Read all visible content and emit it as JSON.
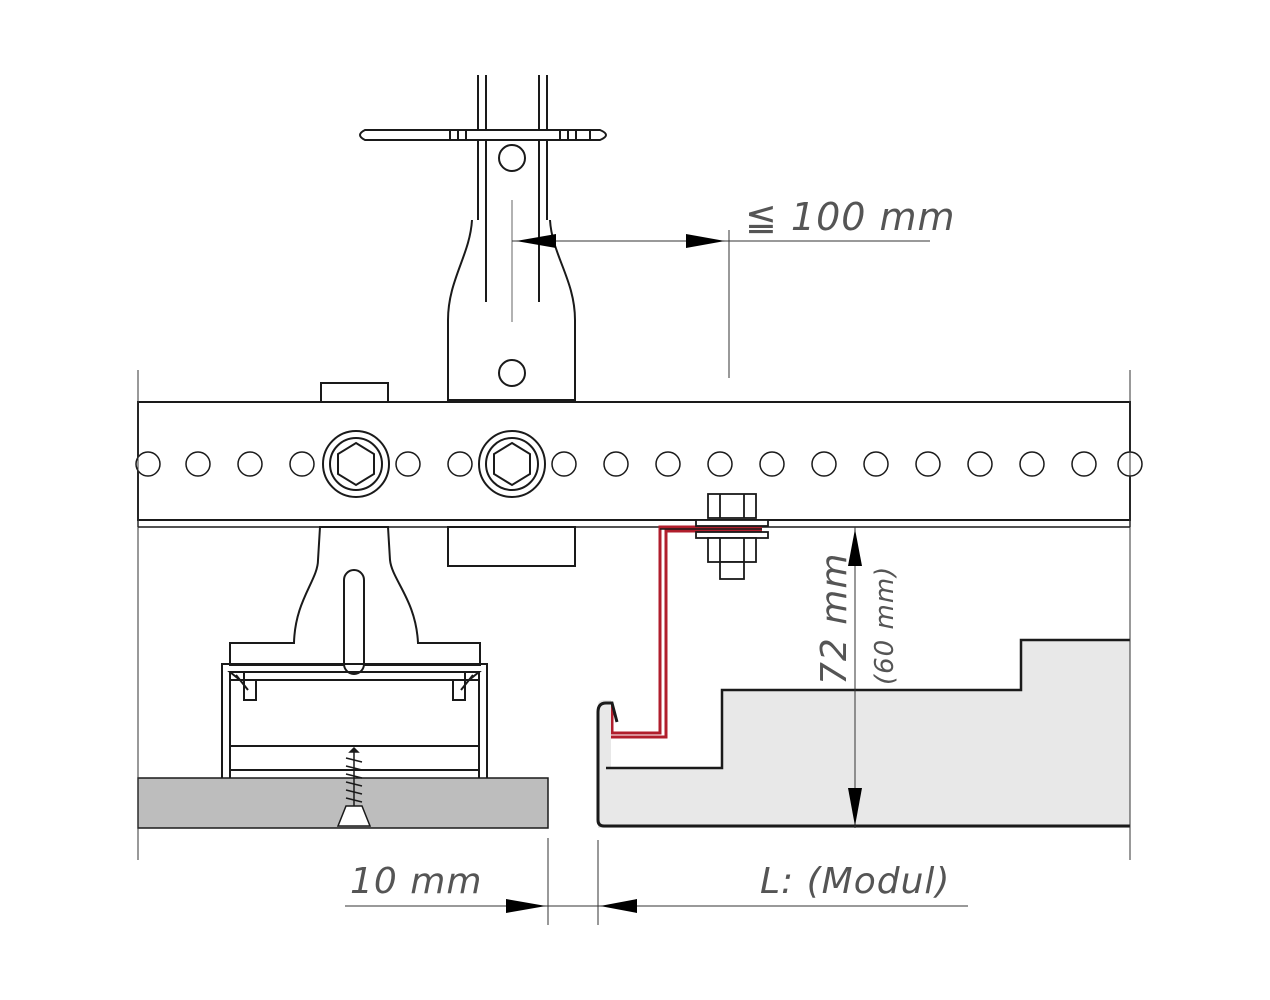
{
  "dimensions": {
    "max_spacing": "≦ 100 mm",
    "height": "72 mm",
    "height_alt": "(60 mm)",
    "gap": "10 mm",
    "module": "L:  (Modul)"
  },
  "colors": {
    "line": "#1a1a1a",
    "thin": "#666666",
    "clip": "#b01e2c",
    "panel_fill": "#e8e8e8",
    "board_fill": "#bdbdbd"
  }
}
